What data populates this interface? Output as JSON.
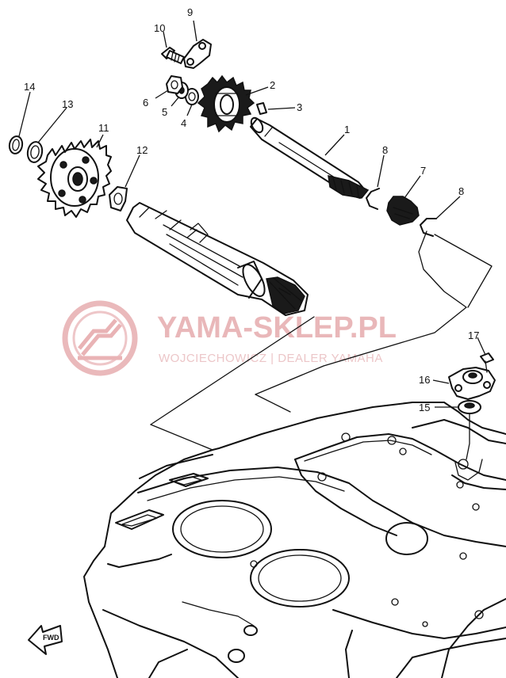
{
  "watermark": {
    "title": "YAMA-SKLEP.PL",
    "subtitle": "WOJCIECHOWICZ | DEALER YAMAHA",
    "color": "#e9b7b9"
  },
  "direction_label": "FWD",
  "parts": [
    {
      "id": "1",
      "label": "1"
    },
    {
      "id": "2",
      "label": "2"
    },
    {
      "id": "3",
      "label": "3"
    },
    {
      "id": "4",
      "label": "4"
    },
    {
      "id": "5",
      "label": "5"
    },
    {
      "id": "6",
      "label": "6"
    },
    {
      "id": "7",
      "label": "7"
    },
    {
      "id": "8a",
      "label": "8"
    },
    {
      "id": "8b",
      "label": "8"
    },
    {
      "id": "9",
      "label": "9"
    },
    {
      "id": "10",
      "label": "10"
    },
    {
      "id": "11",
      "label": "11"
    },
    {
      "id": "12",
      "label": "12"
    },
    {
      "id": "13",
      "label": "13"
    },
    {
      "id": "14",
      "label": "14"
    },
    {
      "id": "15",
      "label": "15"
    },
    {
      "id": "16",
      "label": "16"
    },
    {
      "id": "17",
      "label": "17"
    }
  ]
}
